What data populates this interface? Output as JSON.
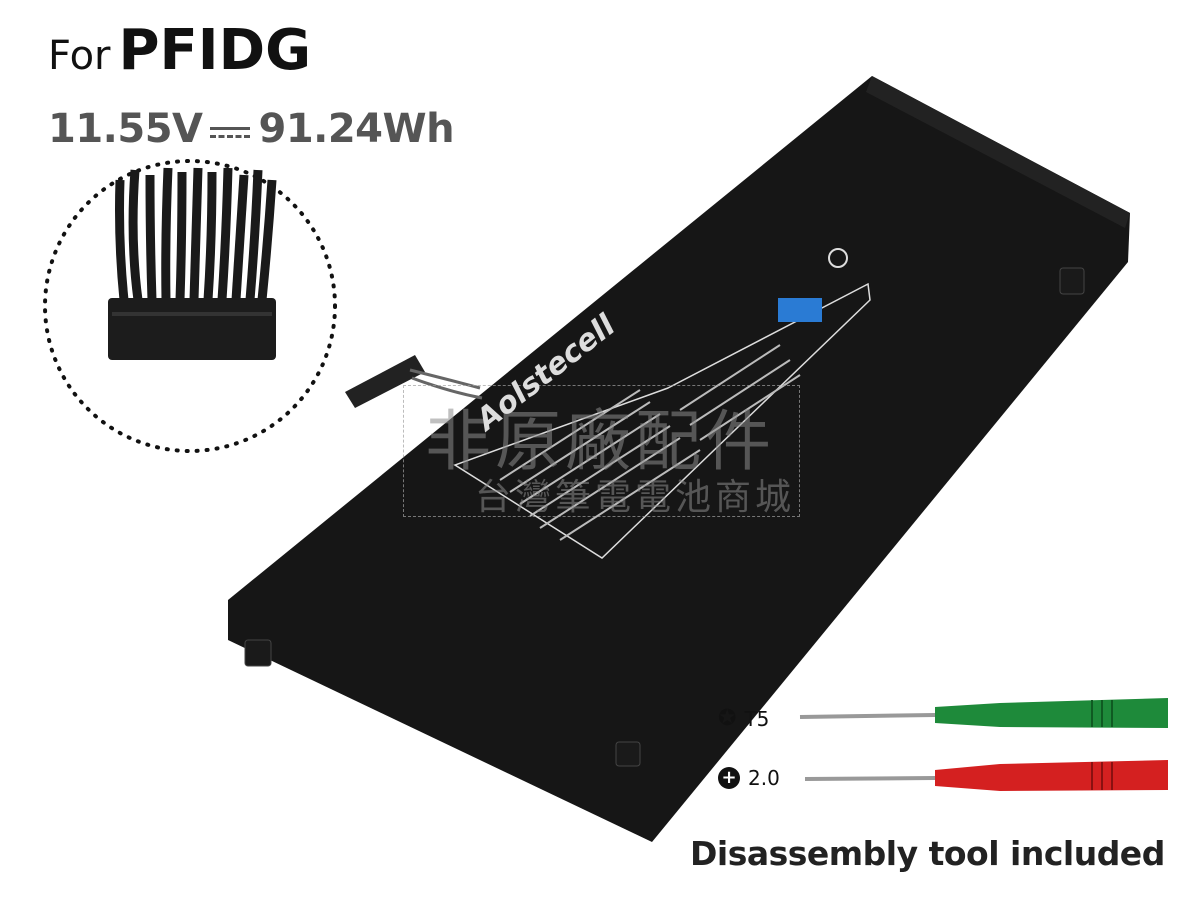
{
  "header": {
    "for_label": "For",
    "model": "PFIDG",
    "voltage": "11.55V",
    "energy": "91.24Wh"
  },
  "battery": {
    "brand": "Aolstecell",
    "label_color": "#ffffff",
    "body_color": "#161616"
  },
  "watermark": {
    "line1": "非原廠配件",
    "line2": "台灣筆電電池商城"
  },
  "tools": [
    {
      "label": "T5",
      "icon": "torx-icon",
      "handle_color": "#1e8a3a"
    },
    {
      "label": "2.0",
      "icon": "phillips-icon",
      "handle_color": "#d42020"
    }
  ],
  "caption": "Disassembly tool included"
}
